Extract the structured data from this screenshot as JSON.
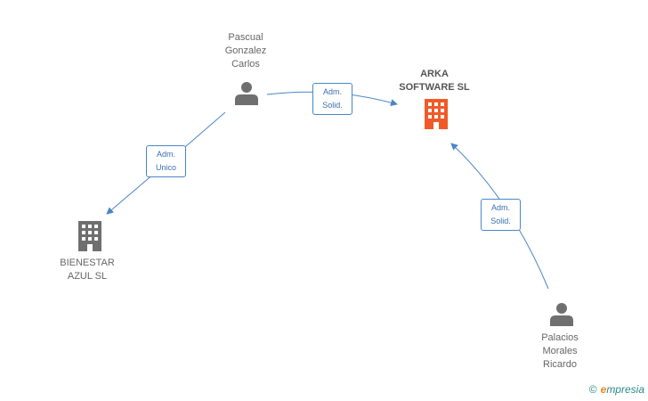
{
  "nodes": {
    "pascual": {
      "label": "Pascual\nGonzalez\nCarlos",
      "type": "person"
    },
    "arka": {
      "label": "ARKA\nSOFTWARE SL",
      "type": "company-main"
    },
    "bienestar": {
      "label": "BIENESTAR\nAZUL SL",
      "type": "company"
    },
    "palacios": {
      "label": "Palacios\nMorales\nRicardo",
      "type": "person"
    }
  },
  "edges": {
    "pascual_arka": "Adm.\nSolid.",
    "pascual_bienestar": "Adm.\nUnico",
    "palacios_arka": "Adm.\nSolid."
  },
  "watermark": {
    "copyright": "©",
    "brand_initial": "e",
    "brand_rest": "mpresia"
  },
  "colors": {
    "edge": "#4a86c8",
    "person_icon": "#6f6f6f",
    "company_icon": "#6f6f6f",
    "main_company_icon": "#f05a28"
  }
}
